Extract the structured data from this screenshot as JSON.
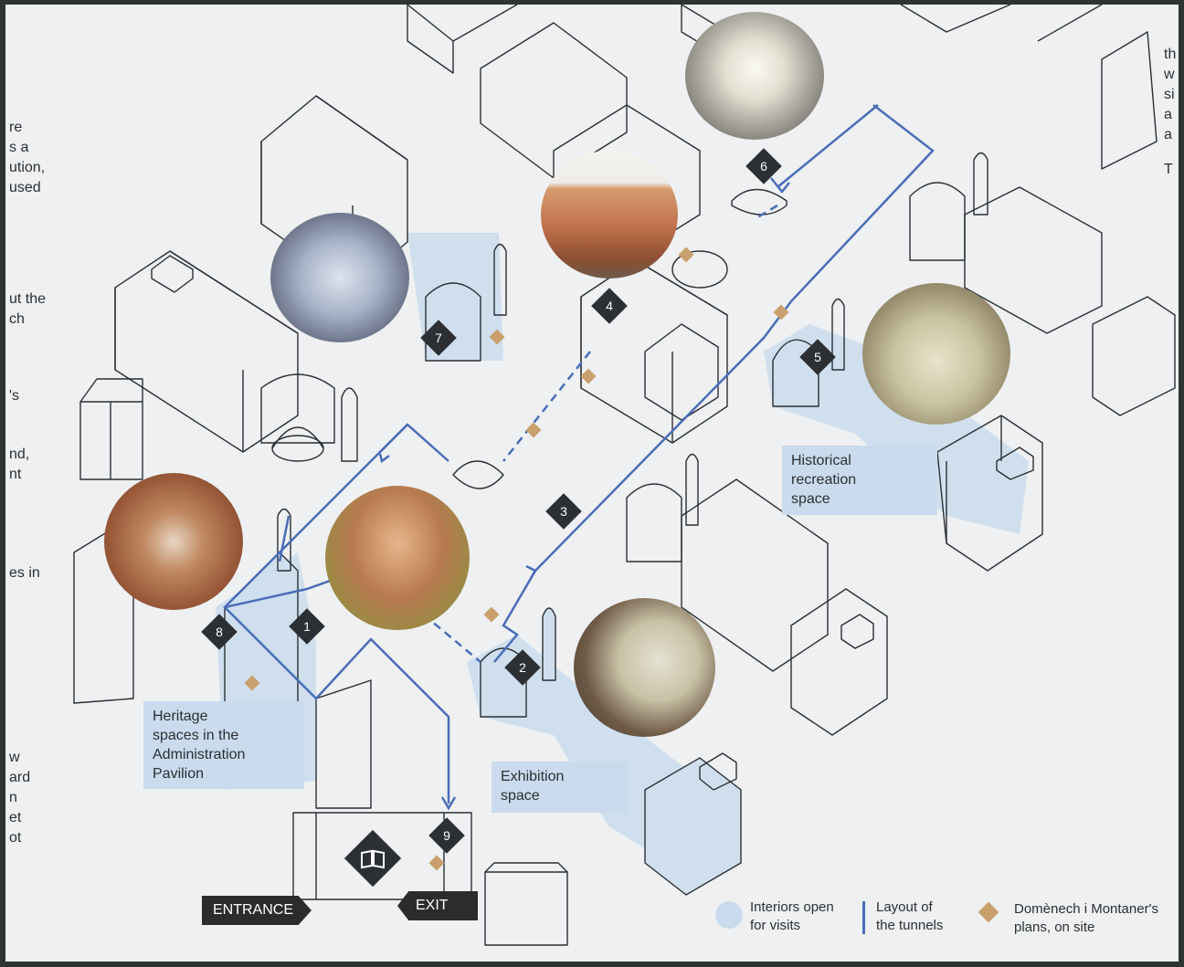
{
  "edge_text_left": [
    "re",
    "s a",
    "ution,",
    "used",
    "",
    "ut the",
    "ch",
    "",
    "'s",
    "",
    "nd,",
    "nt",
    "",
    "",
    "es in",
    "",
    "",
    "",
    "",
    "w",
    "ard",
    "n",
    "et",
    "ot"
  ],
  "edge_text_right": [
    "th",
    "w",
    "si",
    "a",
    "a",
    "T"
  ],
  "labels": {
    "heritage": "Heritage\nspaces in the\nAdministration\nPavilion",
    "exhibition": "Exhibition\nspace",
    "historical": "Historical\nrecreation\nspace"
  },
  "stops": [
    "1",
    "2",
    "3",
    "4",
    "5",
    "6",
    "7",
    "8",
    "9"
  ],
  "buttons": {
    "entrance": "ENTRANCE",
    "exit": "EXIT"
  },
  "legend": {
    "interiors": "Interiors open\nfor visits",
    "tunnels": "Layout of\nthe tunnels",
    "plans": "Domènech i Montaner's\nplans, on site"
  },
  "colors": {
    "tunnel": "#4a6db8",
    "open_interior": "#c9dbec",
    "plans_marker": "#c9a06d",
    "marker_dark": "#2c2f33"
  },
  "icons": {
    "guide": "book-icon"
  }
}
